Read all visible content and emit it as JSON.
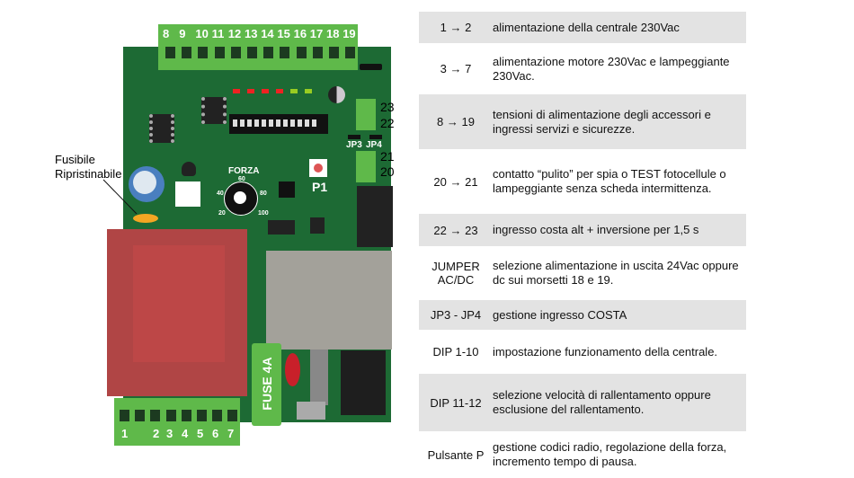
{
  "board": {
    "top_terminals": [
      "8",
      "9",
      "10",
      "11",
      "12",
      "13",
      "14",
      "15",
      "16",
      "17",
      "18",
      "19"
    ],
    "bottom_terminals": [
      "1",
      "2",
      "3",
      "4",
      "5",
      "6",
      "7"
    ],
    "right_terminals": [
      "23",
      "22",
      "21",
      "20"
    ],
    "jumpers": [
      "JP3",
      "JP4"
    ],
    "button_label": "P1",
    "pot_label": "FORZA",
    "pot_scale": [
      "20",
      "40",
      "60",
      "80",
      "100"
    ],
    "fuse_label": "FUSE 4A",
    "callout": "Fusibile\nRipristinabile",
    "colors": {
      "pcb": "#1d6a34",
      "terminal": "#5fb94a",
      "transformer": "#b04545"
    }
  },
  "table": [
    {
      "key": "1 → 2",
      "desc": "alimentazione della centrale 230Vac"
    },
    {
      "key": "3 → 7",
      "desc": "alimentazione motore 230Vac e lampeggiante 230Vac."
    },
    {
      "key": "8 → 19",
      "desc": "tensioni di alimentazione degli accessori e ingressi servizi e sicurezze."
    },
    {
      "key": "20 → 21",
      "desc": "contatto “pulito” per spia o TEST fotocellule o lampeggiante senza scheda intermittenza."
    },
    {
      "key": "22 → 23",
      "desc": "ingresso costa alt + inversione per 1,5 s"
    },
    {
      "key": "JUMPER AC/DC",
      "desc": "selezione alimentazione in uscita 24Vac oppure dc sui morsetti 18 e 19."
    },
    {
      "key": "JP3 - JP4",
      "desc": "gestione ingresso COSTA"
    },
    {
      "key": "DIP 1-10",
      "desc": "impostazione funzionamento della centrale."
    },
    {
      "key": "DIP 11-12",
      "desc": "selezione velocità di rallentamento oppure esclusione del rallentamento."
    },
    {
      "key": "Pulsante P",
      "desc": "gestione codici radio, regolazione della forza, incremento tempo di pausa."
    }
  ]
}
